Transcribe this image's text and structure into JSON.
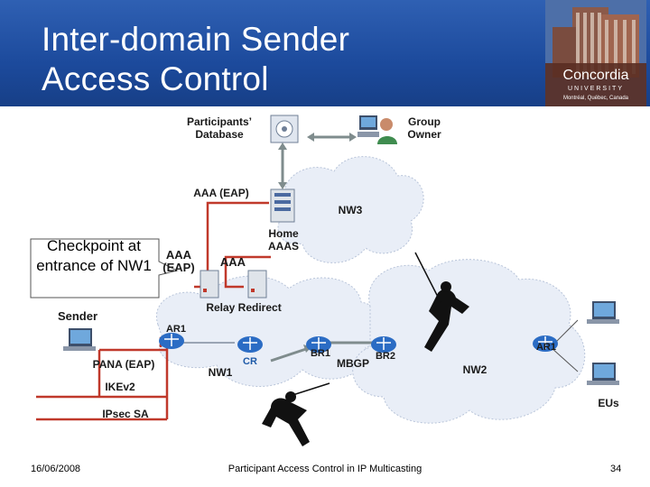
{
  "title": {
    "line1": "Inter-domain Sender",
    "line2": "Access Control"
  },
  "logo": {
    "name": "Concordia",
    "sub": "UNIVERSITY",
    "tag": "Montréal, Québec, Canada"
  },
  "labels": {
    "participants_db": "Participants’ Database",
    "group_owner": "Group Owner",
    "aaa_eap_top": "AAA (EAP)",
    "nw3": "NW3",
    "home_aaas": "Home AAAS",
    "aaa_eap_mid": "AAA (EAP)",
    "aaa_mid": "AAA",
    "relay_redirect": "Relay  Redirect",
    "sender": "Sender",
    "pana": "PANA (EAP)",
    "ar1_left": "AR1",
    "nw1": "NW1",
    "cr": "CR",
    "br1": "BR1",
    "br2": "BR2",
    "mbgp": "MBGP",
    "ar1_right": "AR1",
    "nw2": "NW2",
    "ikev2": "IKEv2",
    "ipsec_sa": "IPsec  SA",
    "eus": "EUs"
  },
  "callout": {
    "line1": "Checkpoint at",
    "line2": "entrance of NW1"
  },
  "footer": {
    "date": "16/06/2008",
    "caption": "Participant Access Control in IP Multicasting",
    "page": "34"
  },
  "colors": {
    "header": "#1c4a9c",
    "line": "#c0392b",
    "gray_link": "#7f8c8d",
    "cloud": "#e9eef7",
    "router": "#2b6cc4"
  }
}
